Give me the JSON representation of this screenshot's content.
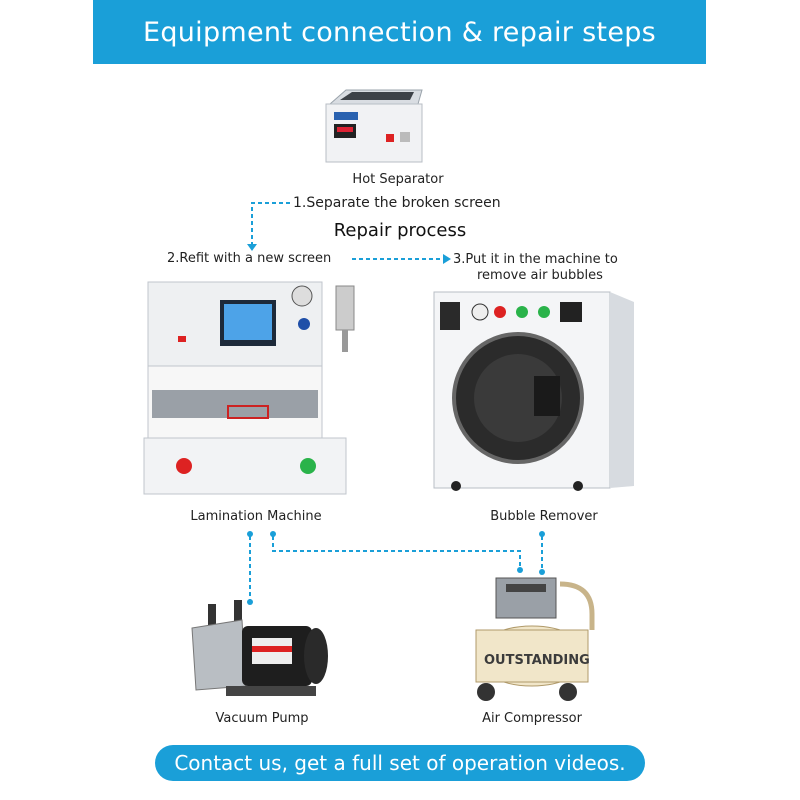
{
  "header": {
    "title": "Equipment connection & repair steps"
  },
  "process_title": "Repair process",
  "steps": {
    "step1": "1.Separate the broken screen",
    "step2": "2.Refit with a new screen",
    "step3_line1": "3.Put it in the machine to",
    "step3_line2": "remove air bubbles"
  },
  "devices": {
    "hot_separator": "Hot Separator",
    "lamination_machine": "Lamination Machine",
    "bubble_remover": "Bubble Remover",
    "vacuum_pump": "Vacuum Pump",
    "air_compressor": "Air Compressor"
  },
  "footer": {
    "text": "Contact us, get a full set of operation videos."
  },
  "colors": {
    "accent": "#1a9fd8",
    "connector": "#1a9fd8"
  }
}
